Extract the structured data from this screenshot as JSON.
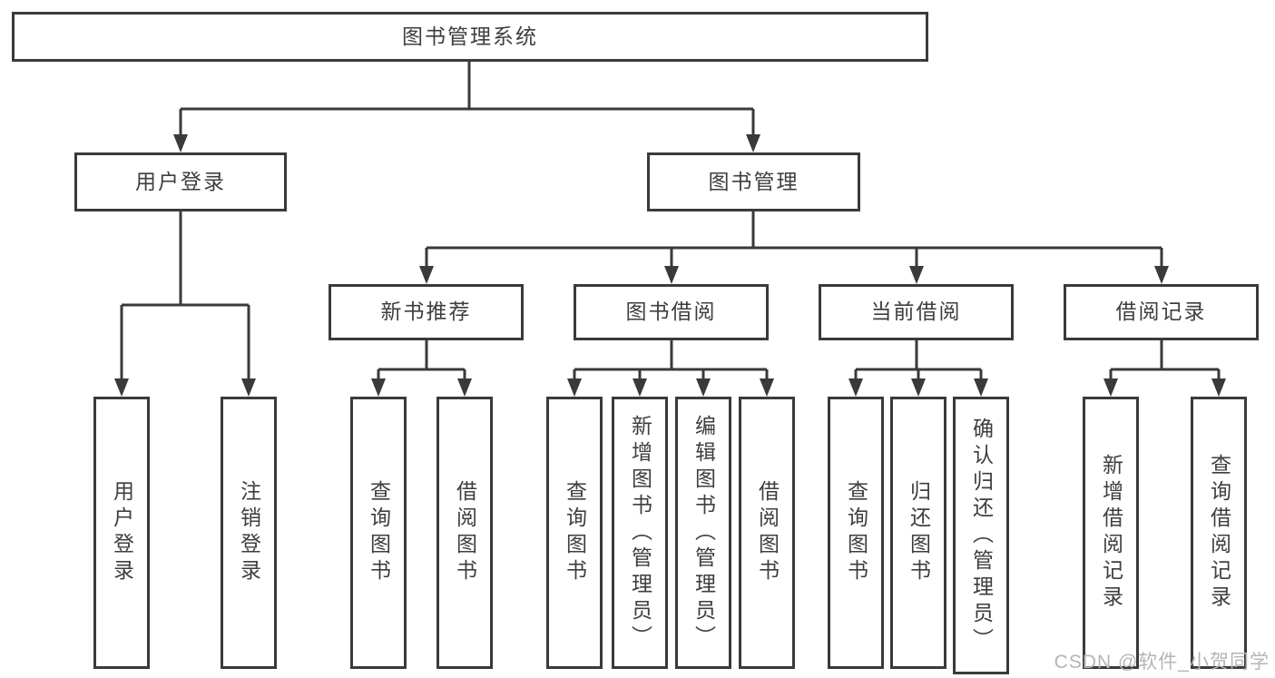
{
  "diagram": {
    "root": {
      "label": "图书管理系统"
    },
    "level2": [
      {
        "label": "用户登录"
      },
      {
        "label": "图书管理"
      }
    ],
    "level3": [
      {
        "label": "新书推荐"
      },
      {
        "label": "图书借阅"
      },
      {
        "label": "当前借阅"
      },
      {
        "label": "借阅记录"
      }
    ],
    "leaf_groups": [
      {
        "parent": "用户登录",
        "items": [
          "用户登录",
          "注销登录"
        ]
      },
      {
        "parent": "新书推荐",
        "items": [
          "查询图书",
          "借阅图书"
        ]
      },
      {
        "parent": "图书借阅",
        "items": [
          "查询图书",
          "新增图书（管理员）",
          "编辑图书（管理员）",
          "借阅图书"
        ]
      },
      {
        "parent": "当前借阅",
        "items": [
          "查询图书",
          "归还图书",
          "确认归还（管理员）"
        ]
      },
      {
        "parent": "借阅记录",
        "items": [
          "新增借阅记录",
          "查询借阅记录"
        ]
      }
    ]
  },
  "watermark": {
    "text": "CSDN @软件_小贺同学"
  },
  "colors": {
    "line": "#3a3a3a",
    "text": "#3e3e3e",
    "watermark": "#b5b5b5",
    "background": "#ffffff"
  }
}
